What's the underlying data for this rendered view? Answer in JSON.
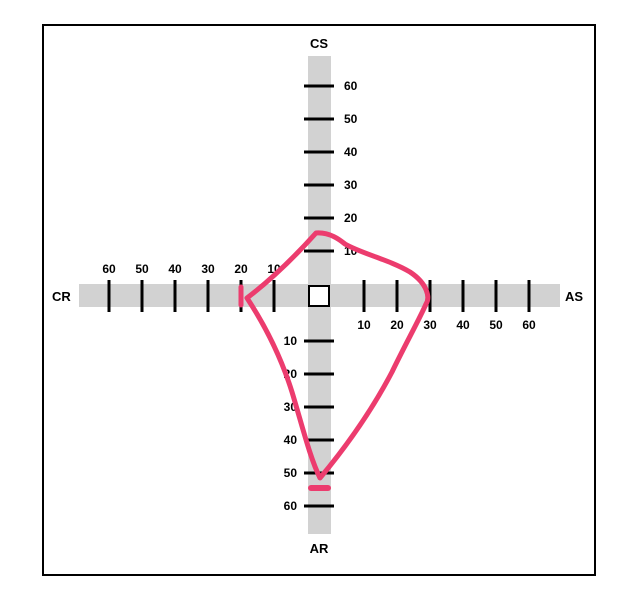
{
  "axes": {
    "top": "CS",
    "bottom": "AR",
    "left": "CR",
    "right": "AS"
  },
  "scale": {
    "ticks": [
      10,
      20,
      30,
      40,
      50,
      60
    ],
    "max": 60
  },
  "colors": {
    "band": "#d2d2d2",
    "tick": "#000000",
    "annotation": "#ec3c6e"
  },
  "annotation": {
    "description": "hand-drawn polygon",
    "vertices": {
      "CS": 15,
      "AS": 30,
      "AR": 55,
      "CR": 22
    }
  }
}
